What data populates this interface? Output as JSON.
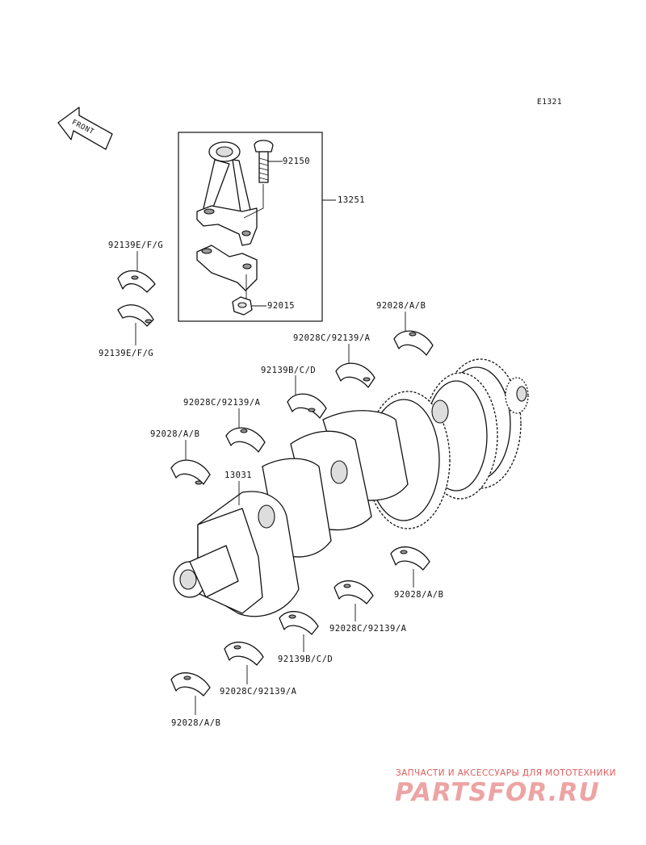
{
  "diagram_code": "E1321",
  "front_marker": "FRONT",
  "labels": {
    "bolt": "92150",
    "conrod_assy": "13251",
    "conrod_bearing_top": "92139E/F/G",
    "conrod_bearing_bottom": "92139E/F/G",
    "nut": "92015",
    "main_upper_1": "92028/A/B",
    "main_upper_2": "92028C/92139/A",
    "main_upper_3": "92139B/C/D",
    "main_upper_4": "92028C/92139/A",
    "main_upper_5": "92028/A/B",
    "crankshaft": "13031",
    "main_lower_1": "92028/A/B",
    "main_lower_2": "92028C/92139/A",
    "main_lower_3": "92139B/C/D",
    "main_lower_4": "92028C/92139/A",
    "main_lower_5": "92028/A/B"
  },
  "watermark": {
    "tagline": "ЗАПЧАСТИ И АКСЕССУАРЫ ДЛЯ МОТОТЕХНИКИ",
    "logo": "PARTSFOR.RU",
    "color": "#e05a5a"
  }
}
